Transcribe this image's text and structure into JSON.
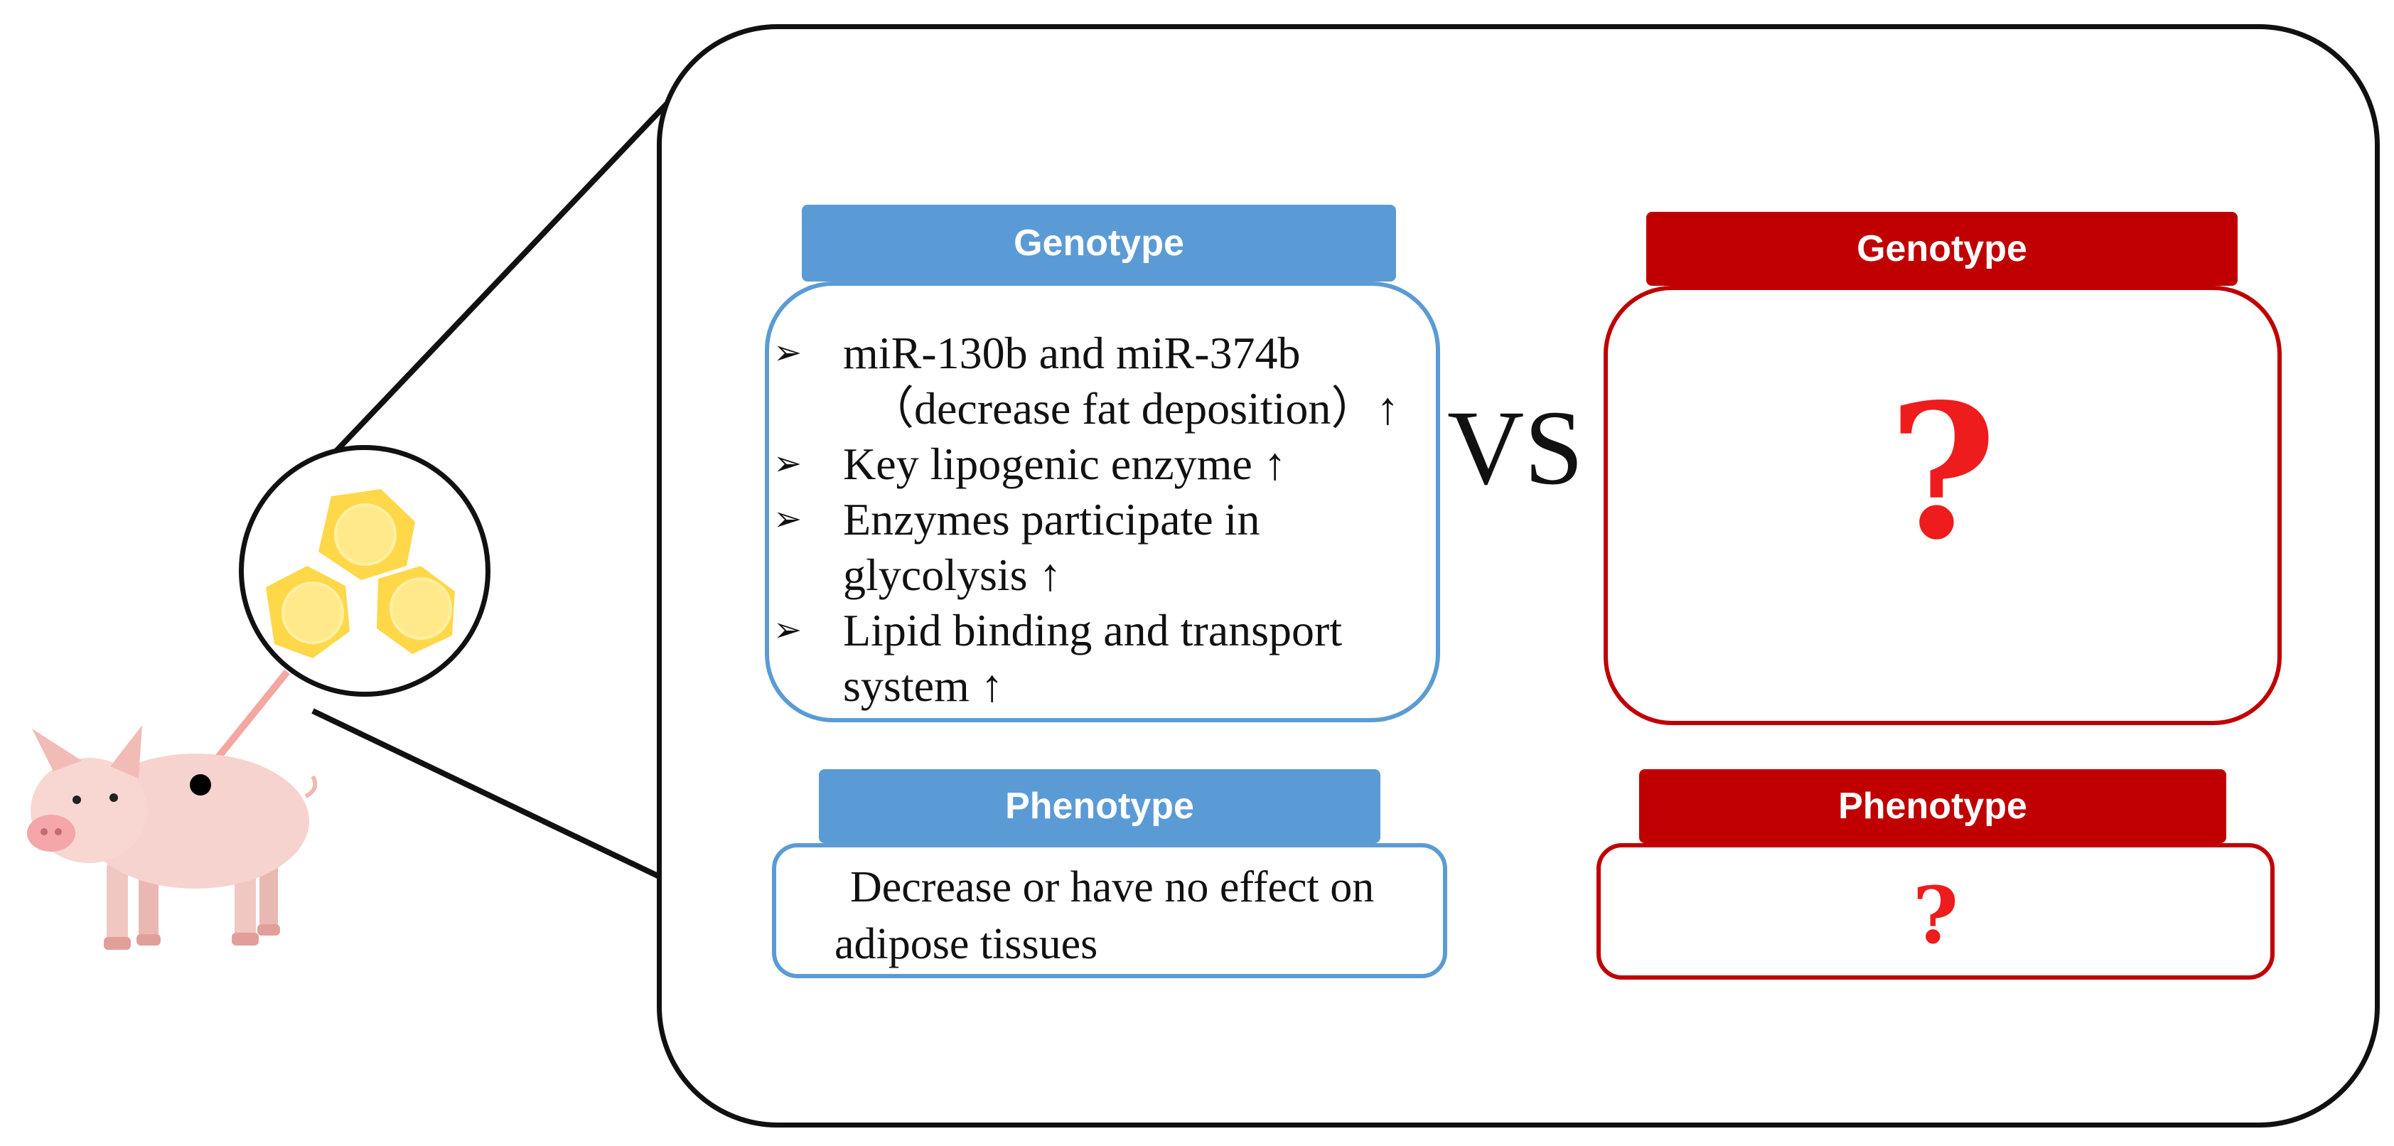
{
  "left_panel": {
    "genotype_header": "Genotype",
    "genotype_items": [
      {
        "bullet": "➢",
        "text": "miR-130b and miR-374b",
        "cont": "（decrease fat deposition）↑"
      },
      {
        "bullet": "➢",
        "text": "Key lipogenic enzyme ↑"
      },
      {
        "bullet": "➢",
        "text": "Enzymes participate in",
        "cont": "glycolysis ↑"
      },
      {
        "bullet": "➢",
        "text": "Lipid binding and transport",
        "cont": "system ↑"
      }
    ],
    "phenotype_header": "Phenotype",
    "phenotype_text_line1": "Decrease or have no effect on",
    "phenotype_text_line2": "adipose tissues"
  },
  "vs_label": "VS",
  "right_panel": {
    "genotype_header": "Genotype",
    "genotype_unknown": "?",
    "phenotype_header": "Phenotype",
    "phenotype_unknown": "?"
  },
  "colors": {
    "blue_header": "#5b9bd5",
    "blue_border": "#5b9bd5",
    "red_header": "#c00000",
    "red_border": "#c00000",
    "question_mark": "#ee1c1c",
    "fat_cell": "#ffd84a"
  },
  "icons": [
    "pig-illustration",
    "fat-cell-icon",
    "magnifier-circle"
  ]
}
